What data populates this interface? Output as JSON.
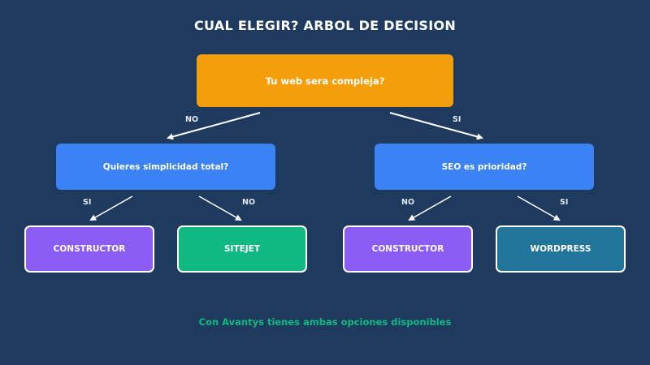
{
  "title": "CUAL ELEGIR? ARBOL DE DECISION",
  "root": {
    "label": "Tu web sera compleja?"
  },
  "left_question": {
    "label": "Quieres simplicidad total?"
  },
  "right_question": {
    "label": "SEO es prioridad?"
  },
  "edge_labels": {
    "root_left": "NO",
    "root_right": "SI",
    "left_left": "SI",
    "left_right": "NO",
    "right_left": "NO",
    "right_right": "SI"
  },
  "leaves": [
    {
      "label": "CONSTRUCTOR",
      "color": "#8b5cf6"
    },
    {
      "label": "SITEJET",
      "color": "#10b981"
    },
    {
      "label": "CONSTRUCTOR",
      "color": "#8b5cf6"
    },
    {
      "label": "WORDPRESS",
      "color": "#21759b"
    }
  ],
  "footer": "Con Avantys tienes ambas opciones disponibles",
  "colors": {
    "background": "#1e3a5f",
    "root": "#f59e0b",
    "question": "#3b82f6",
    "footer_text": "#10b981"
  }
}
